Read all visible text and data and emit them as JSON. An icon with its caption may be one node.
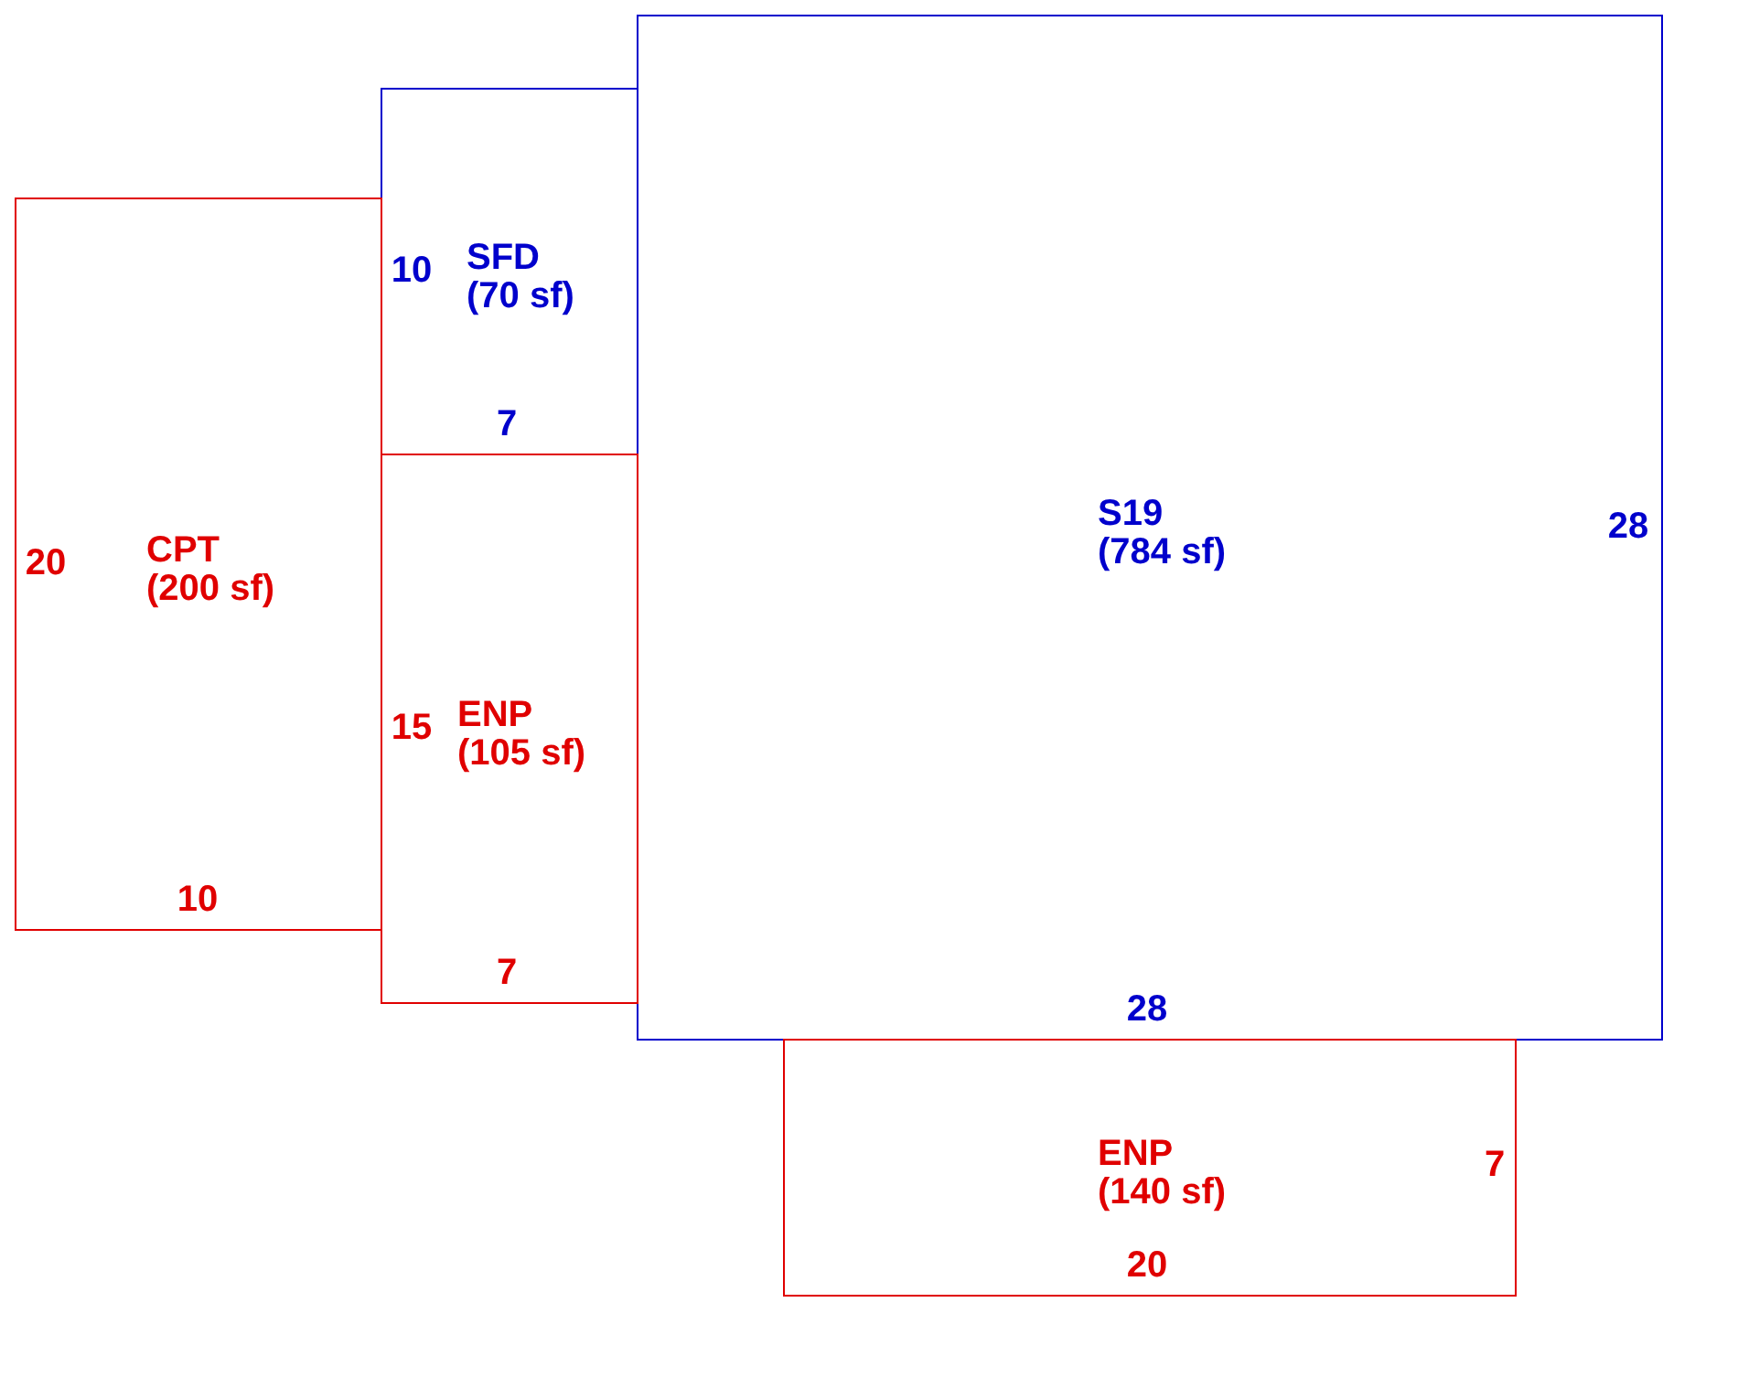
{
  "diagram": {
    "nodes": [
      {
        "text": [
          "SFD",
          "(70 sf)"
        ]
      },
      {
        "text": [
          "S19",
          "(784 sf)"
        ]
      },
      {
        "text": [
          "CPT",
          "(200 sf)"
        ]
      },
      {
        "text": [
          "ENP",
          "(105 sf)"
        ]
      },
      {
        "text": [
          "ENP",
          "(140 sf)"
        ]
      }
    ],
    "labels": [
      "10",
      "7",
      "20",
      "28",
      "15",
      "10",
      "7",
      "28",
      "7",
      "20"
    ]
  }
}
